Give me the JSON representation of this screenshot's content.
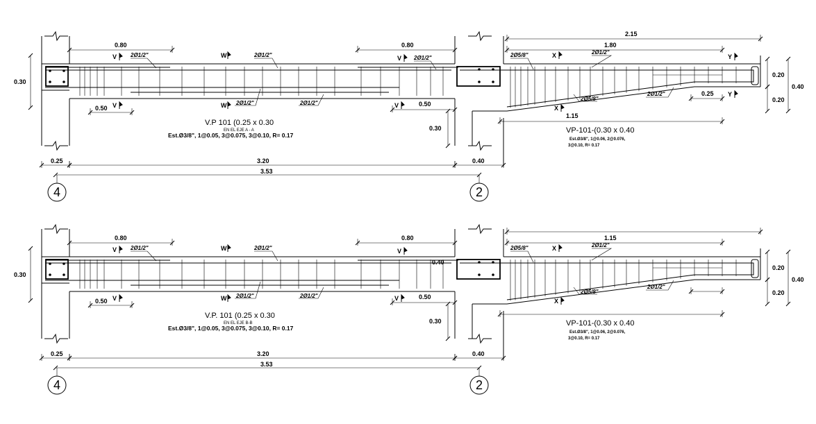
{
  "drawings": [
    {
      "main_beam": {
        "title": "V.P 101 (0.25 x 0.30",
        "axis_note": "EN EL EJE  A - A",
        "stirrups": "Est.Ø3/8\", 1@0.05, 3@0.075, 3@0.10, R= 0.17"
      },
      "cantilever": {
        "title": "VP-101-(0.30 x 0.40",
        "stirrups_line1": "Est.Ø3/8\", 1@0.06, 2@0.076,",
        "stirrups_line2": "3@0.10, R= 0.17"
      },
      "dims": {
        "left_height": "0.30",
        "top_left": "0.80",
        "top_mid": "0.80",
        "top_total": "2.15",
        "top_cant": "1.80",
        "bot_left": "0.50",
        "bot_mid": "0.50",
        "col_height": "0.30",
        "cant_len": "1.15",
        "cant_end": "0.25",
        "right_h1": "0.20",
        "right_h2": "0.20",
        "right_total": "0.40",
        "base_left": "0.25",
        "base_mid": "3.20",
        "base_right": "0.40",
        "base_total": "3.53",
        "inner_col": ""
      },
      "rebar_tags": {
        "v1": "2Ø1/2\"",
        "w_top": "2Ø1/2\"",
        "v2": "2Ø1/2\"",
        "x_left": "2Ø5/8\"",
        "x_right": "2Ø1/2\"",
        "w_bot": "2Ø1/2\"",
        "w_bot2": "2Ø1/2\"",
        "cant_bot": "2Ø5/8\"",
        "cant_bot2": "2Ø1/2\""
      },
      "section_marks": {
        "v": "V",
        "w": "W",
        "x": "X",
        "y": "Y"
      },
      "axes": {
        "left": "4",
        "right": "2"
      }
    },
    {
      "main_beam": {
        "title": "V.P. 101 (0.25 x 0.30",
        "axis_note": "EN EL EJE B-B",
        "stirrups": "Est.Ø3/8\", 1@0.05, 3@0.075, 3@0.10, R= 0.17"
      },
      "cantilever": {
        "title": "VP-101-(0.30 x 0.40",
        "stirrups_line1": "Est.Ø3/8\", 1@0.06, 2@0.076,",
        "stirrups_line2": "3@0.10, R= 0.17"
      },
      "dims": {
        "left_height": "0.30",
        "top_left": "0.80",
        "top_mid": "0.80",
        "top_total": "",
        "top_cant": "1.15",
        "bot_left": "0.50",
        "bot_mid": "0.50",
        "col_height": "0.30",
        "cant_len": "",
        "cant_end": "",
        "right_h1": "0.20",
        "right_h2": "0.20",
        "right_total": "0.40",
        "base_left": "0.25",
        "base_mid": "3.20",
        "base_right": "0.40",
        "base_total": "3.53",
        "inner_col": "0.40"
      },
      "rebar_tags": {
        "v1": "2Ø1/2\"",
        "w_top": "2Ø1/2\"",
        "v2": "",
        "x_left": "2Ø5/8\"",
        "x_right": "2Ø1/2\"",
        "w_bot": "2Ø1/2\"",
        "w_bot2": "2Ø1/2\"",
        "cant_bot": "2Ø5/8\"",
        "cant_bot2": "2Ø1/2\""
      },
      "section_marks": {
        "v": "V",
        "w": "W",
        "x": "X",
        "y": ""
      },
      "axes": {
        "left": "4",
        "right": "2"
      }
    }
  ]
}
